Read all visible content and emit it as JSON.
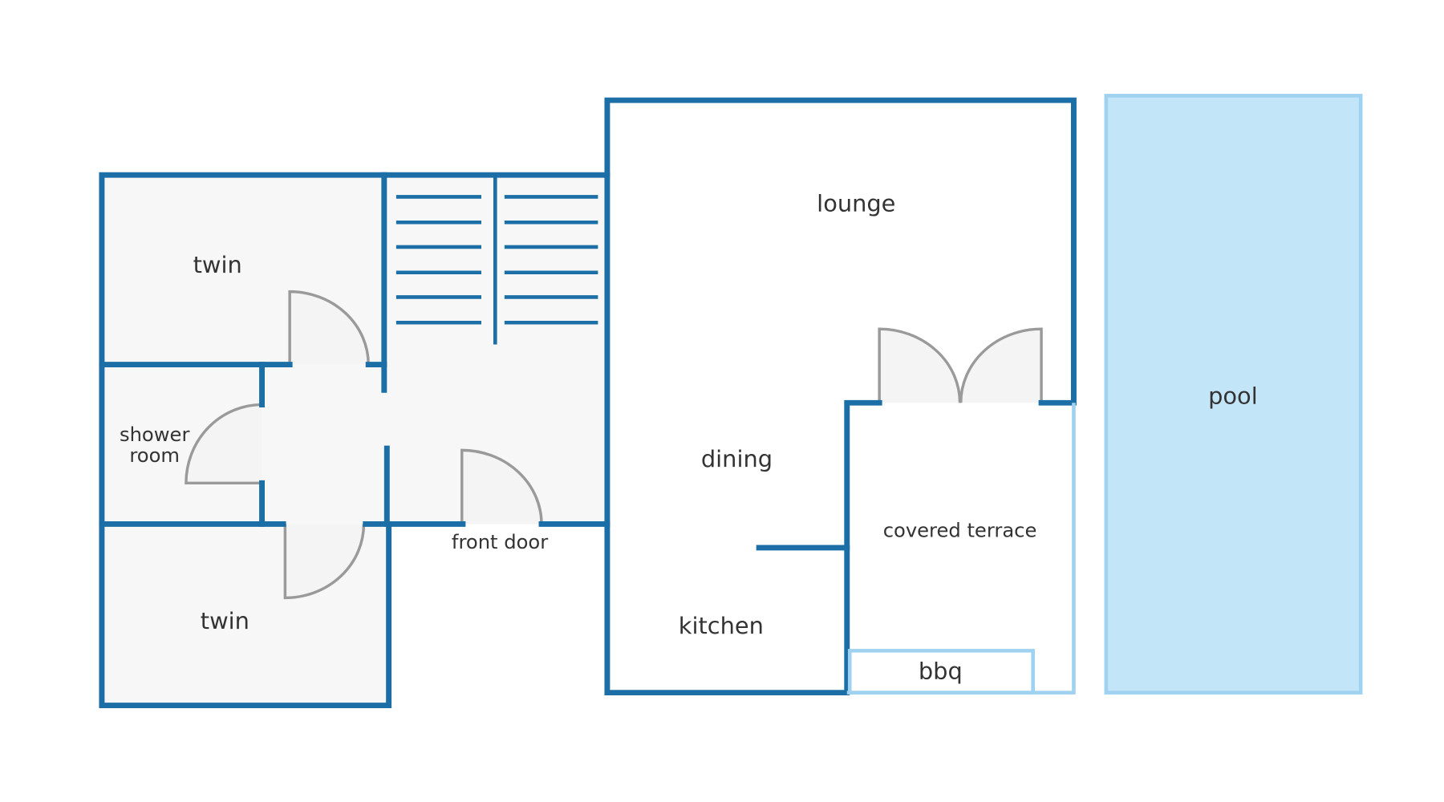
{
  "title": "Floor plan",
  "rooms": {
    "twin_top": "twin",
    "shower_line1": "shower",
    "shower_line2": "room",
    "twin_bottom": "twin",
    "front_door": "front door",
    "lounge": "lounge",
    "dining": "dining",
    "kitchen": "kitchen",
    "covered_terrace": "covered terrace",
    "bbq": "bbq",
    "pool": "pool"
  },
  "colors": {
    "wall": "#1b6fa6",
    "light_wall": "#9fd1f0",
    "pool": "#c3e5f8",
    "floor": "#f7f7f7",
    "door": "#9a9a9a"
  }
}
